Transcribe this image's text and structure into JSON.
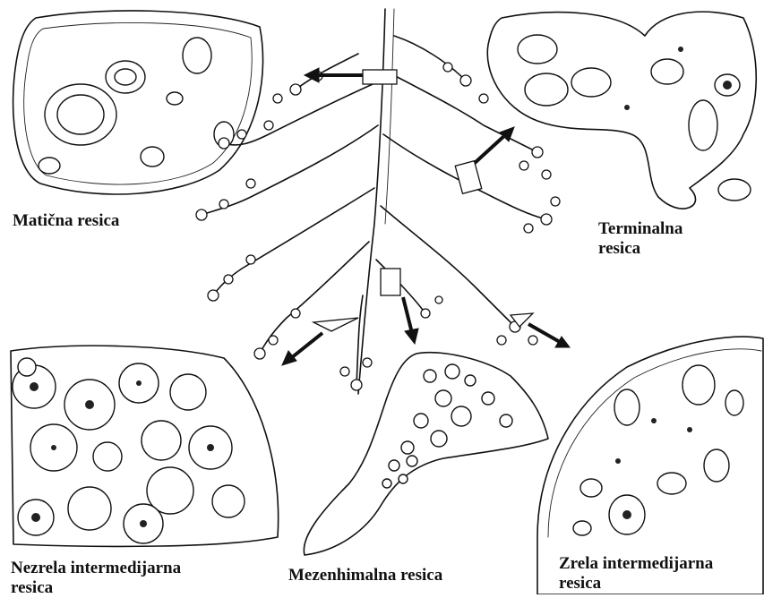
{
  "labels": {
    "stem": "Matična resica",
    "terminal_line1": "Terminalna",
    "terminal_line2": "resica",
    "immature_line1": "Nezrela intermedijarna",
    "immature_line2": "resica",
    "mesenchymal": "Mezenhimalna resica",
    "mature_line1": "Zrela intermedijarna",
    "mature_line2": "resica"
  },
  "icons": {
    "stem_villus": "stem-villus-section-icon",
    "terminal_villus": "terminal-villus-section-icon",
    "immature_villus": "immature-intermediate-villus-section-icon",
    "mesenchymal_villus": "mesenchymal-villus-section-icon",
    "mature_villus": "mature-intermediate-villus-section-icon",
    "villous_tree": "villous-tree-icon",
    "arrow": "arrow-icon"
  }
}
